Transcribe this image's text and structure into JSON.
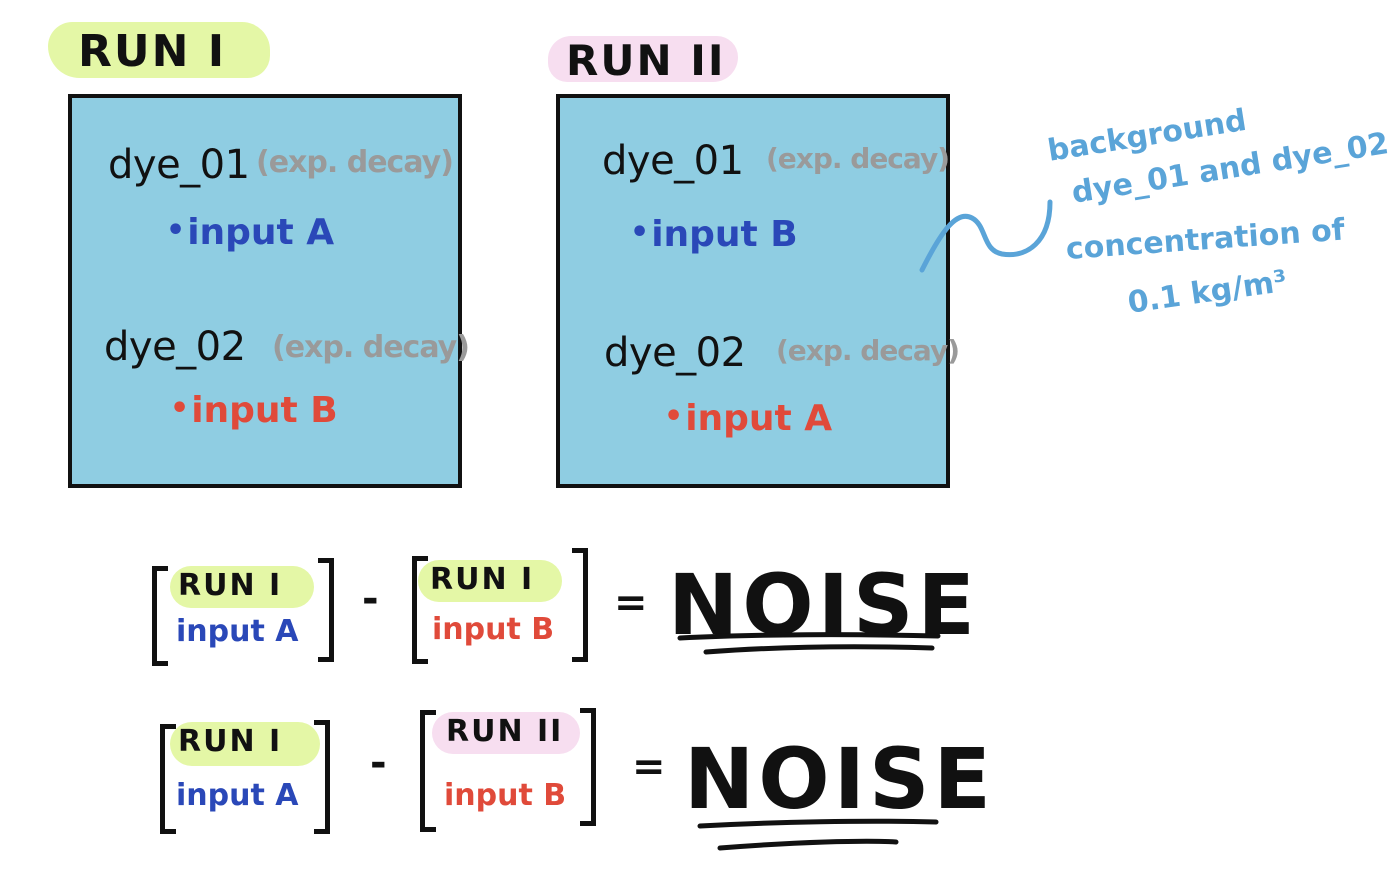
{
  "colors": {
    "box_fill": "#8fcde2",
    "highlight_green": "#e4f7a6",
    "highlight_pink": "#f7def0",
    "input_a_blue": "#2a48b8",
    "input_b_red": "#e04a3a",
    "annotation_blue": "#5aa4d8",
    "decay_gray": "#9a9a9a"
  },
  "run1": {
    "title": "RUN I",
    "dye1": "dye_01",
    "dye1_note": "(exp. decay)",
    "dye1_input": "input A",
    "dye2": "dye_02",
    "dye2_note": "(exp. decay)",
    "dye2_input": "input B"
  },
  "run2": {
    "title": "RUN II",
    "dye1": "dye_01",
    "dye1_note": "(exp. decay)",
    "dye1_input": "input B",
    "dye2": "dye_02",
    "dye2_note": "(exp. decay)",
    "dye2_input": "input A"
  },
  "annotation": {
    "line1": "background",
    "line2": "dye_01 and dye_02",
    "line3": "concentration of",
    "line4": "0.1 kg/m³"
  },
  "equations": [
    {
      "left_run": "RUN I",
      "left_input": "input A",
      "operator": "-",
      "right_run": "RUN I",
      "right_input": "input B",
      "equals": "=",
      "result": "NOISE"
    },
    {
      "left_run": "RUN I",
      "left_input": "input A",
      "operator": "-",
      "right_run": "RUN II",
      "right_input": "input B",
      "equals": "=",
      "result": "NOISE"
    }
  ]
}
